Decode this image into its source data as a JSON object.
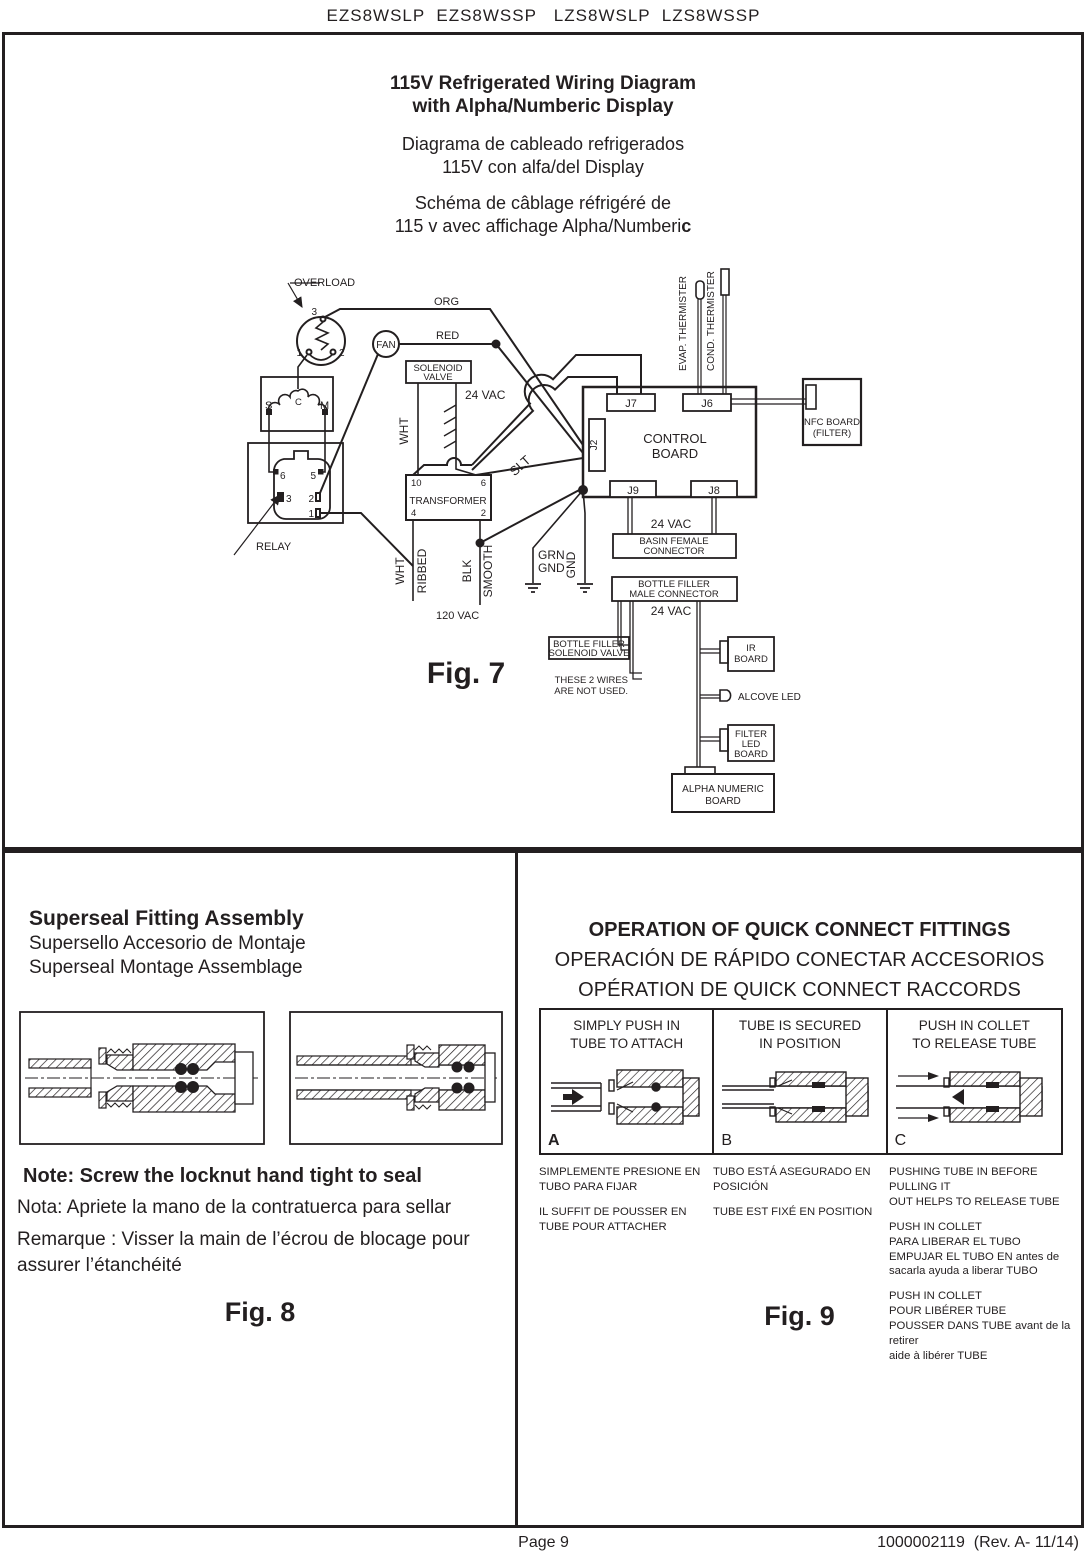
{
  "page": {
    "models_header": "EZS8WSLP  EZS8WSSP   LZS8WSLP  LZS8WSSP",
    "footer_page": "Page 9",
    "footer_doc": "1000002119  (Rev. A- 11/14)"
  },
  "wiring": {
    "title_en_1": "115V Refrigerated Wiring Diagram",
    "title_en_2": "with Alpha/Numberic Display",
    "title_es_1": "Diagrama de cableado refrigerados",
    "title_es_2": "115V con alfa/del Display",
    "title_fr_1": "Schéma de câblage réfrigéré de",
    "title_fr_2": "115 v avec affichage Alpha/Numberi",
    "title_fr_2_bold": "c",
    "figure_label": "Fig. 7",
    "fig7": {
      "overload": "OVERLOAD",
      "ovl_1": "1",
      "ovl_2": "2",
      "ovl_3": "3",
      "motor_s": "S",
      "motor_c": "C",
      "motor_m": "M",
      "relay": "RELAY",
      "r1": "1",
      "r2": "2",
      "r3": "3",
      "r5": "5",
      "r6": "6",
      "fan": "FAN",
      "org": "ORG",
      "red": "RED",
      "wht": "WHT",
      "sol_1": "SOLENOID",
      "sol_2": "VALVE",
      "v24_sol": "24 VAC",
      "transformer": "TRANSFORMER",
      "t10": "10",
      "t6": "6",
      "t4": "4",
      "t2": "2",
      "slt": "SLT",
      "wht2": "WHT",
      "ribbed": "RIBBED",
      "blk": "BLK",
      "smooth": "SMOOTH",
      "v120": "120 VAC",
      "grn": "GRN",
      "grn_gnd": "GND",
      "gnd": "GND",
      "cb_1": "CONTROL",
      "cb_2": "BOARD",
      "j2": "J2",
      "j6": "J6",
      "j7": "J7",
      "j8": "J8",
      "j9": "J9",
      "evap": "EVAP. THERMISTER",
      "cond": "COND. THERMISTER",
      "nfc_1": "NFC BOARD",
      "nfc_2": "(FILTER)",
      "v24_basin": "24 VAC",
      "basin_1": "BASIN FEMALE",
      "basin_2": "CONNECTOR",
      "bottle_1": "BOTTLE FILLER",
      "bottle_2": "MALE CONNECTOR",
      "v24_bottle": "24 VAC",
      "bsol_1": "BOTTLE FILLER",
      "bsol_2": "SOLENOID VALVE",
      "nu_1": "THESE 2 WIRES",
      "nu_2": "ARE NOT USED.",
      "ir_1": "IR",
      "ir_2": "BOARD",
      "alcove": "ALCOVE LED",
      "fl_1": "FILTER",
      "fl_2": "LED",
      "fl_3": "BOARD",
      "an_1": "ALPHA NUMERIC",
      "an_2": "BOARD"
    }
  },
  "superseal": {
    "title": "Superseal Fitting Assembly",
    "subtitle_es": "Supersello Accesorio de Montaje",
    "subtitle_fr": "Superseal Montage Assemblage",
    "note_en": "Note:  Screw the locknut hand tight to seal",
    "note_es": "Nota: Apriete la mano de la contratuerca para sellar",
    "note_fr": "Remarque : Visser la main de l’écrou de blocage pour assurer l’étanchéité",
    "figure_label": "Fig. 8"
  },
  "quick_connect": {
    "title_en": "OPERATION OF QUICK CONNECT FITTINGS",
    "title_es": "OPERACIÓN DE RÁPIDO CONECTAR ACCESORIOS",
    "title_fr": "OPÉRATION DE QUICK CONNECT RACCORDS",
    "columns": [
      {
        "letter": "A",
        "header": "SIMPLY PUSH IN\nTUBE TO ATTACH",
        "captions": [
          "SIMPLEMENTE PRESIONE EN\nTUBO PARA FIJAR",
          "IL SUFFIT DE POUSSER EN\nTUBE POUR ATTACHER"
        ]
      },
      {
        "letter": "B",
        "header": "TUBE IS SECURED\nIN POSITION",
        "captions": [
          "TUBO ESTÁ ASEGURADO EN\nPOSICIÓN",
          "TUBE EST FIXÉ EN POSITION"
        ]
      },
      {
        "letter": "C",
        "header": "PUSH IN COLLET\nTO RELEASE TUBE",
        "captions": [
          "PUSHING TUBE IN BEFORE PULLING IT\nOUT HELPS TO RELEASE TUBE",
          "PUSH IN COLLET\nPARA LIBERAR EL TUBO\nEMPUJAR EL TUBO EN antes de\nsacarla ayuda a liberar TUBO",
          "PUSH IN COLLET\nPOUR LIBÉRER TUBE\nPOUSSER DANS TUBE avant de la retirer\naide à libérer TUBE"
        ]
      }
    ],
    "figure_label": "Fig. 9"
  }
}
